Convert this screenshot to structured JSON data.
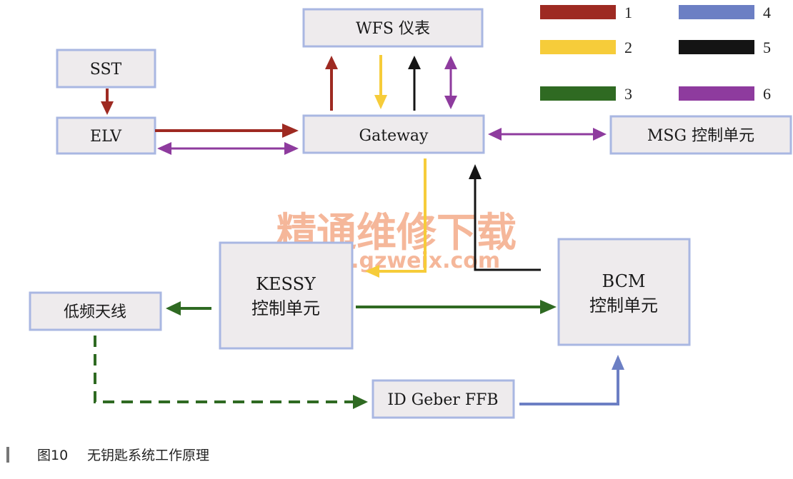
{
  "nodes": {
    "wfs": "WFS 仪表",
    "sst": "SST",
    "elv": "ELV",
    "gateway": "Gateway",
    "msg": "MSG 控制单元",
    "kessy_line1": "KESSY",
    "kessy_line2": "控制单元",
    "bcm_line1": "BCM",
    "bcm_line2": "控制单元",
    "antenna": "低频天线",
    "idgeber": "ID Geber FFB"
  },
  "legend": [
    {
      "label": "1",
      "color": "#9e2a22"
    },
    {
      "label": "2",
      "color": "#f6cc3a"
    },
    {
      "label": "3",
      "color": "#2f6a22"
    },
    {
      "label": "4",
      "color": "#6c7fc4"
    },
    {
      "label": "5",
      "color": "#141414"
    },
    {
      "label": "6",
      "color": "#8e3b9e"
    }
  ],
  "colors": {
    "red": "#9e2a22",
    "yellow": "#f6cc3a",
    "green": "#2f6a22",
    "blue": "#6c7fc4",
    "black": "#141414",
    "purple": "#8e3b9e"
  },
  "watermark": {
    "line1": "精通维修下载",
    "line2": "www.gzweix.com"
  },
  "caption": {
    "figure": "图10",
    "title": "无钥匙系统工作原理"
  }
}
